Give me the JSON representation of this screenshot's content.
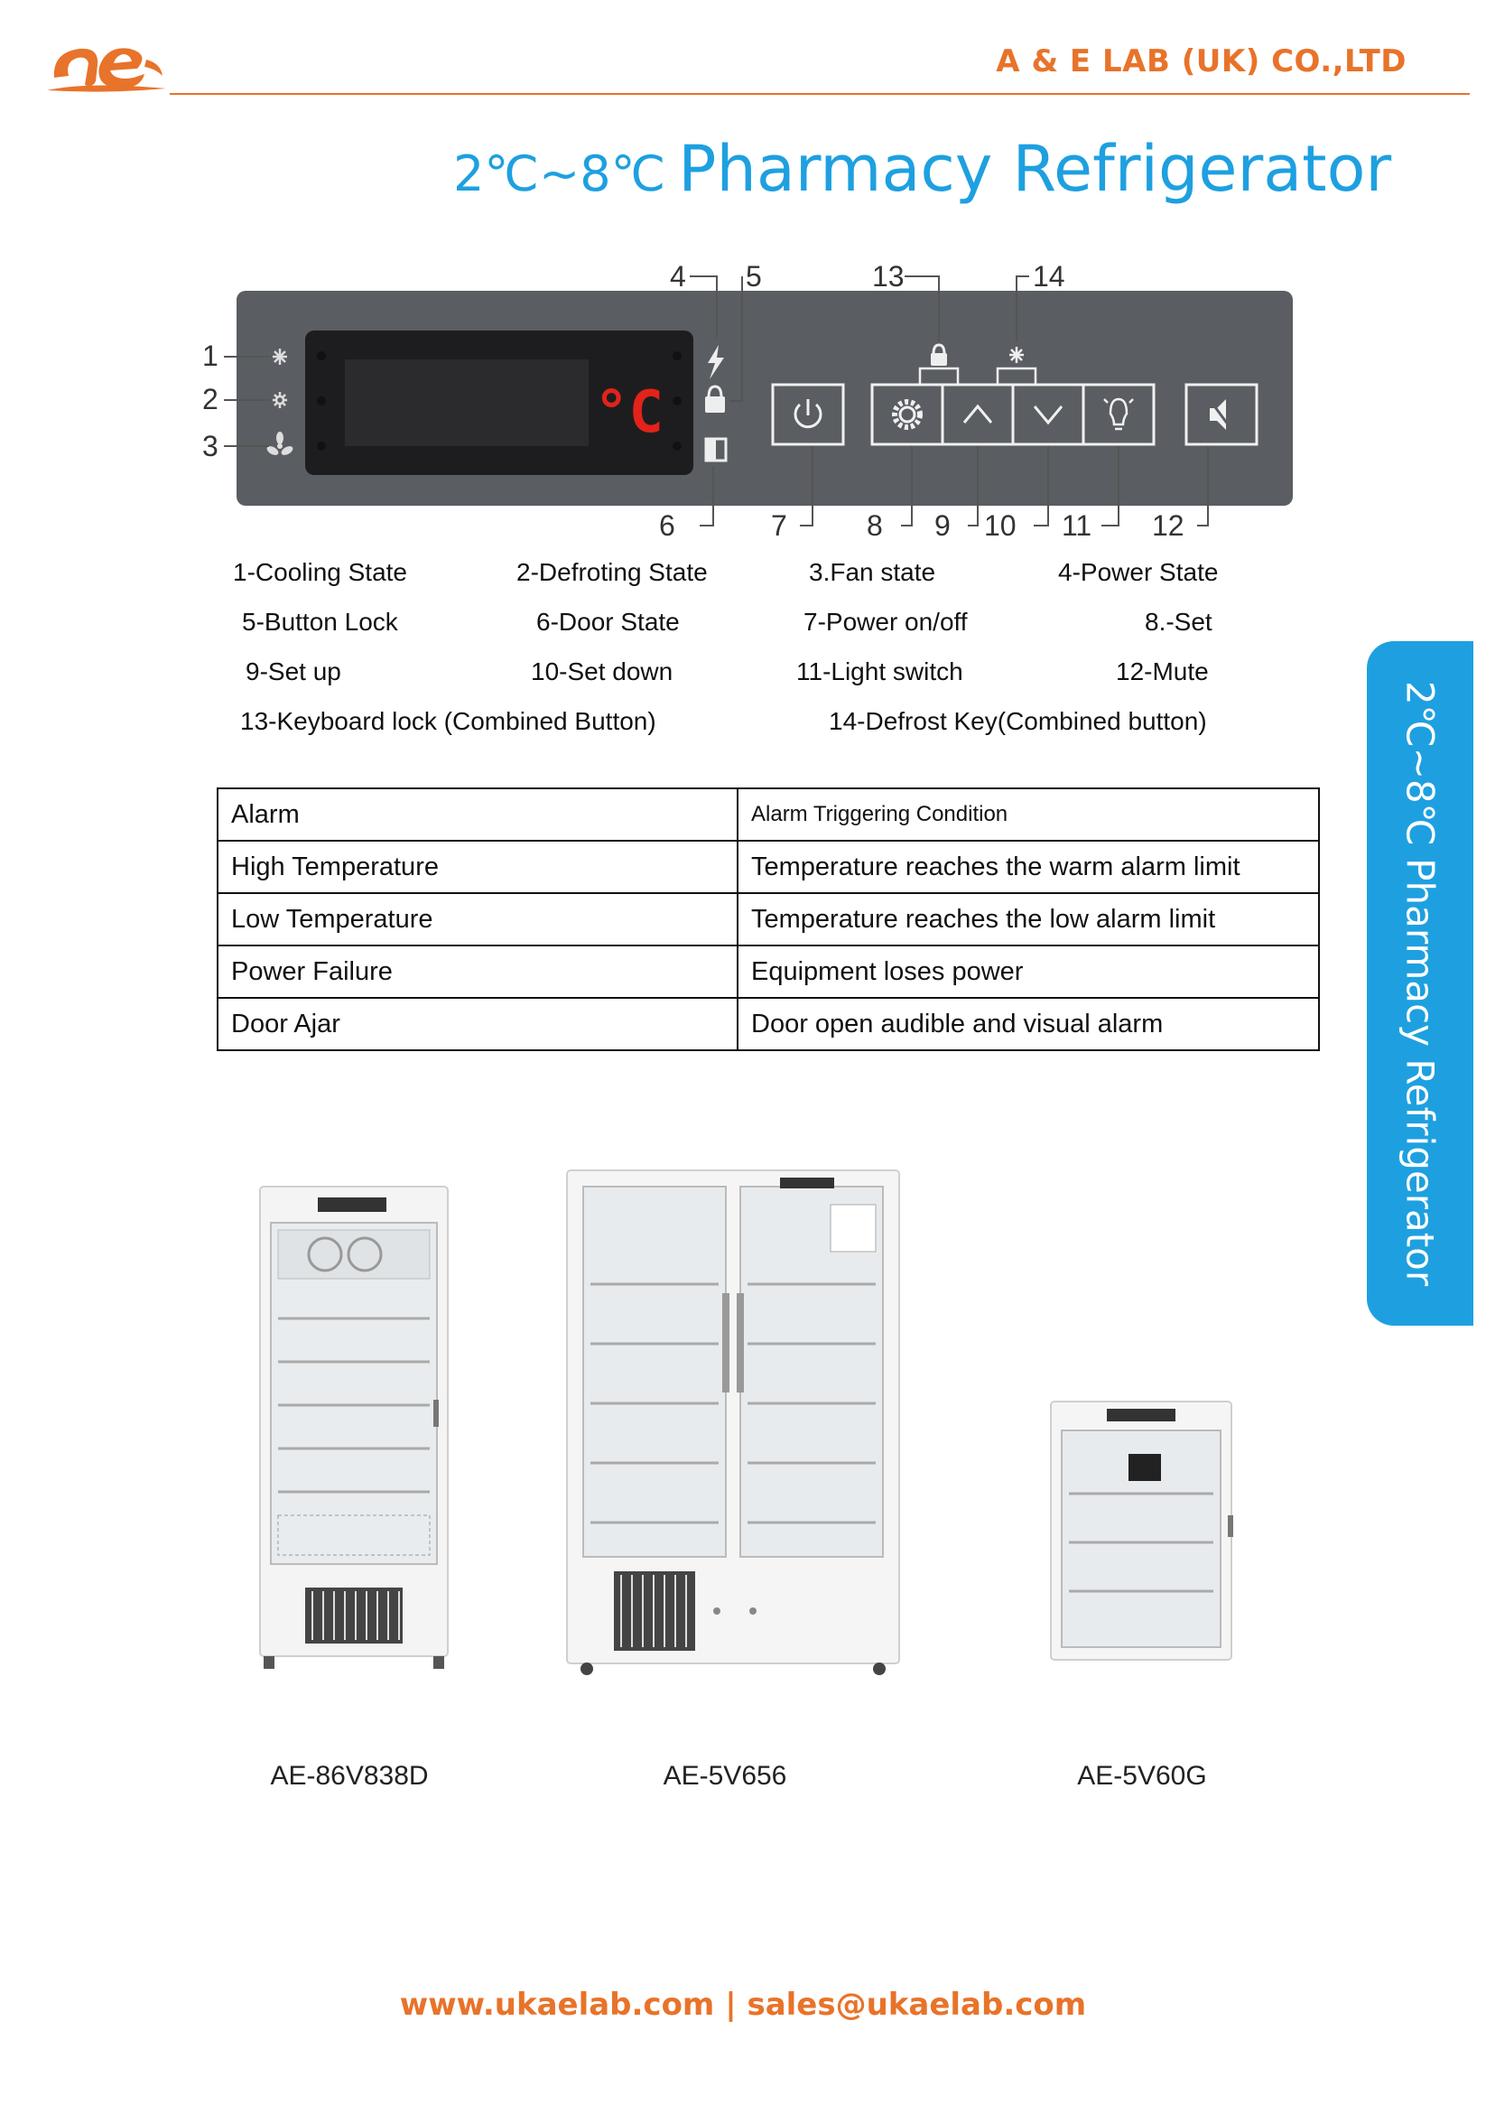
{
  "header": {
    "company": "A & E LAB (UK) CO.,LTD",
    "colors": {
      "accent": "#e8732a",
      "title_blue": "#1ea0e0"
    }
  },
  "title": {
    "range": "2℃~8℃",
    "main": "Pharmacy Refrigerator"
  },
  "panel": {
    "display_unit": "°C",
    "callouts": [
      "1",
      "2",
      "3",
      "4",
      "5",
      "6",
      "7",
      "8",
      "9",
      "10",
      "11",
      "12",
      "13",
      "14"
    ],
    "icons": [
      "snowflake-icon",
      "defrost-icon",
      "fan-icon",
      "lightning-icon",
      "lock-icon",
      "door-icon",
      "power-icon",
      "gear-icon",
      "chevron-up-icon",
      "chevron-down-icon",
      "bulb-icon",
      "mute-icon"
    ]
  },
  "legend": [
    "1-Cooling State",
    "2-Defroting State",
    "3.Fan state",
    "4-Power State",
    "5-Button Lock",
    "6-Door State",
    "7-Power on/off",
    "8.-Set",
    "9-Set up",
    "10-Set down",
    "11-Light switch",
    "12-Mute",
    "13-Keyboard lock (Combined Button)",
    "14-Defrost Key(Combined button)"
  ],
  "alarm_table": {
    "headers": [
      "Alarm",
      "Alarm Triggering Condition"
    ],
    "rows": [
      [
        "High Temperature",
        "Temperature reaches the warm alarm limit"
      ],
      [
        "Low Temperature",
        "Temperature reaches the low alarm limit"
      ],
      [
        "Power Failure",
        "Equipment loses power"
      ],
      [
        "Door Ajar",
        "Door open audible and visual alarm"
      ]
    ]
  },
  "side_tab": {
    "text": "2℃~8℃ Pharmacy Refrigerator"
  },
  "models": [
    "AE-86V838D",
    "AE-5V656",
    "AE-5V60G"
  ],
  "footer": {
    "text": "www.ukaelab.com | sales@ukaelab.com"
  }
}
